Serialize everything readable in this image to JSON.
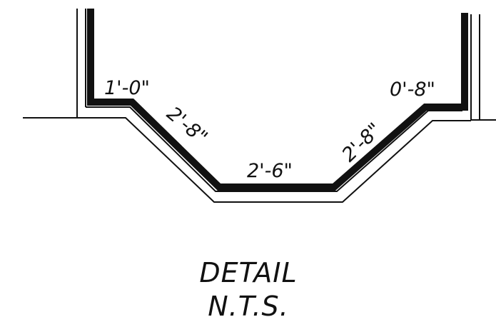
{
  "dimensions": {
    "left_ledge": "1'-0\"",
    "left_slope": "2'-8\"",
    "bottom": "2'-6\"",
    "right_slope": "2'-8\"",
    "right_ledge": "0'-8\""
  },
  "caption": {
    "line1": "DETAIL",
    "line2": "N.T.S."
  }
}
